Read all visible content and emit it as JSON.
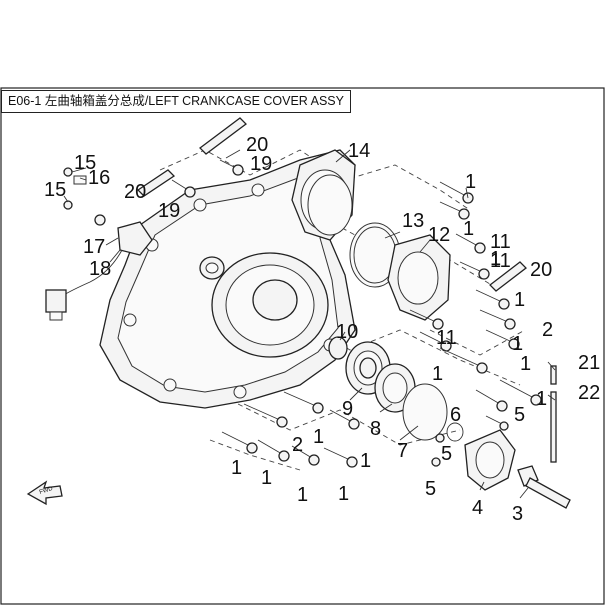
{
  "title": "E06-1 左曲轴箱盖分总成/LEFT CRANKCASE COVER ASSY",
  "fwd_label": "FWD",
  "callouts": [
    {
      "id": "c20a",
      "text": "20"
    },
    {
      "id": "c19a",
      "text": "19"
    },
    {
      "id": "c14",
      "text": "14"
    },
    {
      "id": "c15a",
      "text": "15"
    },
    {
      "id": "c16",
      "text": "16"
    },
    {
      "id": "c15b",
      "text": "15"
    },
    {
      "id": "c20b",
      "text": "20"
    },
    {
      "id": "c19b",
      "text": "19"
    },
    {
      "id": "c1a",
      "text": "1"
    },
    {
      "id": "c13",
      "text": "13"
    },
    {
      "id": "c1b",
      "text": "1"
    },
    {
      "id": "c12",
      "text": "12"
    },
    {
      "id": "c17",
      "text": "17"
    },
    {
      "id": "c18",
      "text": "18"
    },
    {
      "id": "c11a",
      "text": "11"
    },
    {
      "id": "c1c",
      "text": "1"
    },
    {
      "id": "c11b",
      "text": "11"
    },
    {
      "id": "c20c",
      "text": "20"
    },
    {
      "id": "c1d",
      "text": "1"
    },
    {
      "id": "c2a",
      "text": "2"
    },
    {
      "id": "c10",
      "text": "10"
    },
    {
      "id": "c11c",
      "text": "11"
    },
    {
      "id": "c1e",
      "text": "1"
    },
    {
      "id": "c1f",
      "text": "1"
    },
    {
      "id": "c21",
      "text": "21"
    },
    {
      "id": "c1g",
      "text": "1"
    },
    {
      "id": "c22",
      "text": "22"
    },
    {
      "id": "c9",
      "text": "9"
    },
    {
      "id": "c5a",
      "text": "5"
    },
    {
      "id": "c1h",
      "text": "1"
    },
    {
      "id": "c8",
      "text": "8"
    },
    {
      "id": "c6",
      "text": "6"
    },
    {
      "id": "c2b",
      "text": "2"
    },
    {
      "id": "c1i",
      "text": "1"
    },
    {
      "id": "c7",
      "text": "7"
    },
    {
      "id": "c5b",
      "text": "5"
    },
    {
      "id": "c1j",
      "text": "1"
    },
    {
      "id": "c1k",
      "text": "1"
    },
    {
      "id": "c1l",
      "text": "1"
    },
    {
      "id": "c1m",
      "text": "1"
    },
    {
      "id": "c5c",
      "text": "5"
    },
    {
      "id": "c1n",
      "text": "1"
    },
    {
      "id": "c4",
      "text": "4"
    },
    {
      "id": "c3",
      "text": "3"
    }
  ]
}
